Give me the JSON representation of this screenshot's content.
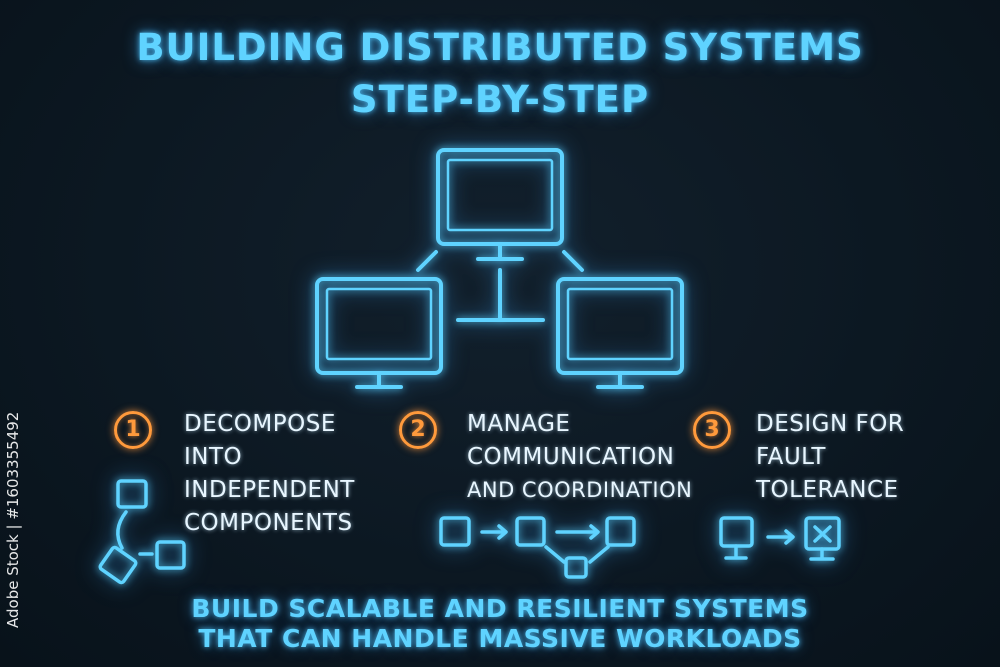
{
  "title": {
    "line1": "BUILDING DISTRIBUTED SYSTEMS",
    "line2": "STEP-BY-STEP"
  },
  "steps": [
    {
      "number": "1",
      "lines": [
        "DECOMPOSE",
        "INTO",
        "INDEPENDENT",
        "COMPONENTS"
      ]
    },
    {
      "number": "2",
      "lines": [
        "MANAGE",
        "COMMUNICATION",
        "AND COORDINATION"
      ]
    },
    {
      "number": "3",
      "lines": [
        "DESIGN FOR",
        "FAULT",
        "TOLERANCE"
      ]
    }
  ],
  "footer": {
    "line1": "BUILD SCALABLE AND RESILIENT SYSTEMS",
    "line2": "THAT CAN HANDLE MASSIVE WORKLOADS"
  },
  "watermark": "Adobe Stock | #1603355492",
  "colors": {
    "background": "#0c1822",
    "neon_blue": "#5fd3ff",
    "neon_orange": "#ff9a3c",
    "text_white": "#e8f6ff"
  },
  "icons": {
    "network": "networked-computers-icon",
    "step1": "decomposed-components-icon",
    "step2": "message-flow-icon",
    "step3": "fault-tolerance-icon"
  }
}
